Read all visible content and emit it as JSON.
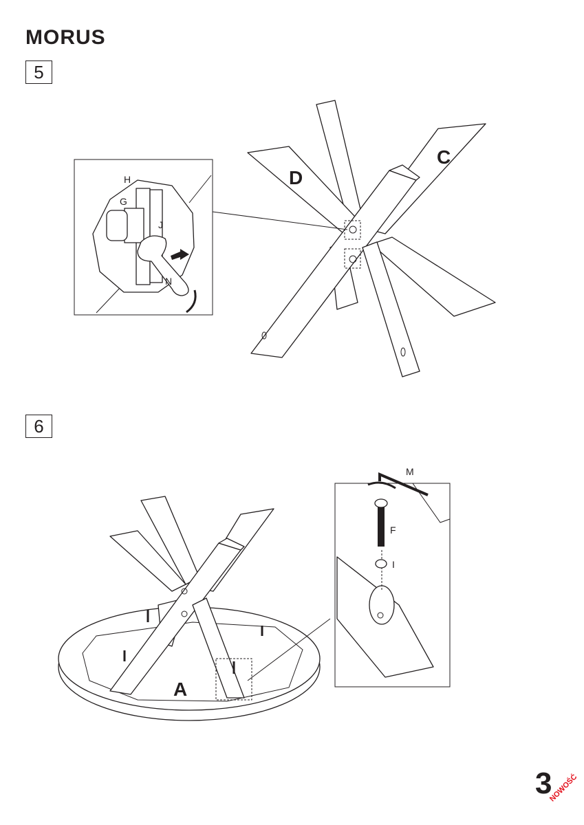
{
  "header": {
    "title": "MORUS"
  },
  "steps": [
    {
      "number": "5",
      "labels": {
        "h": "H",
        "g": "G",
        "j": "J",
        "n": "N",
        "d": "D",
        "c": "C"
      }
    },
    {
      "number": "6",
      "labels": {
        "a": "A",
        "m": "M",
        "f": "F",
        "i": "I"
      }
    }
  ],
  "footer": {
    "page_number": "3",
    "stamp": "NOWOŚĆ"
  }
}
